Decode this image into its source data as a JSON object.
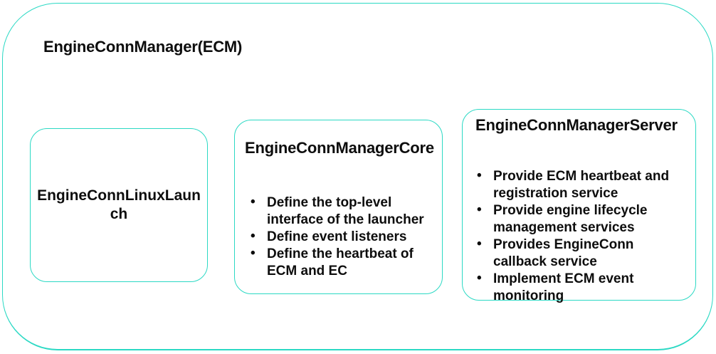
{
  "diagram": {
    "accent_color": "#2bd9c4",
    "title": "EngineConnManager(ECM)",
    "boxes": [
      {
        "title": "EngineConnLinuxLaunch",
        "bullets": []
      },
      {
        "title": "EngineConnManagerCore",
        "bullets": [
          "Define the top-level interface of the launcher",
          "Define event listeners",
          "Define the heartbeat of ECM and EC"
        ]
      },
      {
        "title": "EngineConnManagerServer",
        "bullets": [
          "Provide ECM heartbeat and registration service",
          "Provide engine lifecycle management services",
          "Provides EngineConn callback service",
          "Implement ECM event monitoring"
        ]
      }
    ]
  }
}
